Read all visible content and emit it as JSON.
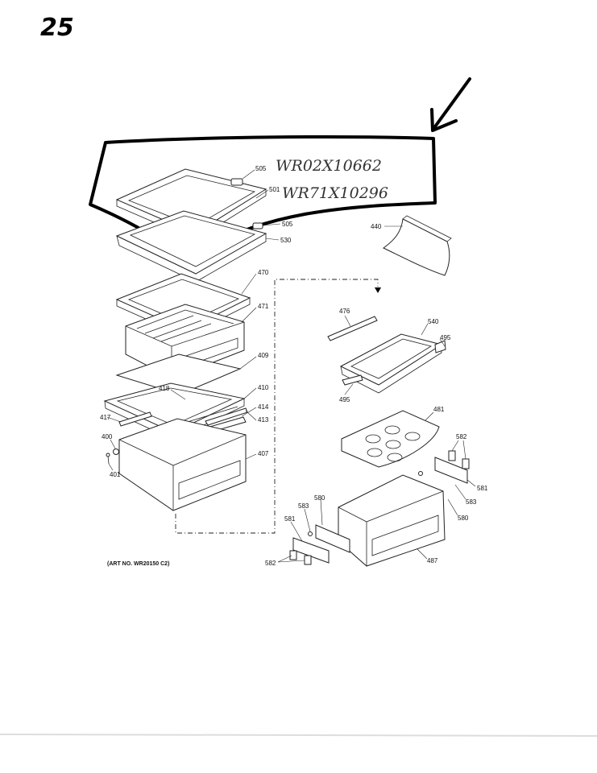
{
  "page_number": "25",
  "handwritten": {
    "part_1": "WR02X10662",
    "part_2": "WR71X10296"
  },
  "art_number": "(ART NO. WR20150 C2)",
  "callouts": {
    "c505a": "505",
    "c501": "501",
    "c505b": "505",
    "c530": "530",
    "c470": "470",
    "c471": "471",
    "c409": "409",
    "c418": "418",
    "c410": "410",
    "c414": "414",
    "c413": "413",
    "c417": "417",
    "c400": "400",
    "c401": "401",
    "c407": "407",
    "c440": "440",
    "c476": "476",
    "c540": "540",
    "c495a": "495",
    "c495b": "495",
    "c481": "481",
    "c582a": "582",
    "c581a": "581",
    "c583a": "583",
    "c580a": "580",
    "c583b": "583",
    "c580b": "580",
    "c581b": "581",
    "c582b": "582",
    "c487": "487"
  }
}
